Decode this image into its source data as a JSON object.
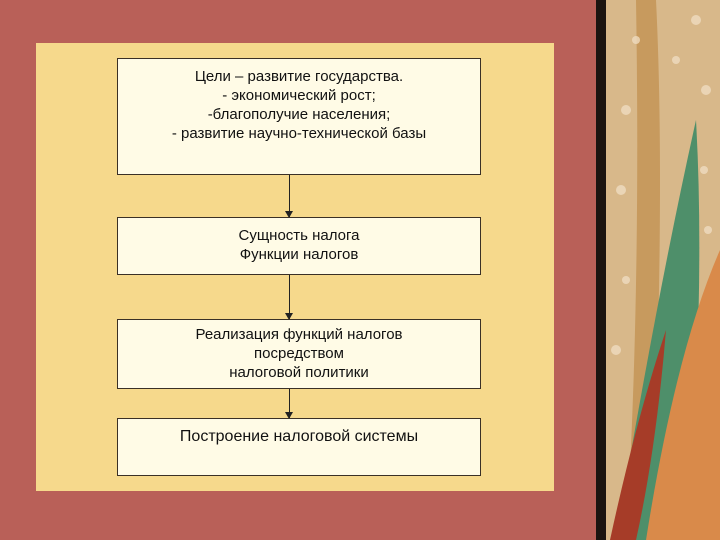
{
  "colors": {
    "background": "#b96058",
    "panel": "#f6d98c",
    "box_fill": "#fffbe6",
    "border": "#3a3026"
  },
  "diagram": {
    "boxes": [
      {
        "lines": [
          "Цели – развитие государства.",
          "- экономический рост;",
          "-благополучие населения;",
          "- развитие научно-технической базы"
        ]
      },
      {
        "lines": [
          "Сущность налога",
          "Функции налогов"
        ]
      },
      {
        "lines": [
          "Реализация функций налогов",
          "посредством",
          "налоговой политики"
        ]
      },
      {
        "lines": [
          "Построение налоговой системы"
        ]
      }
    ]
  }
}
